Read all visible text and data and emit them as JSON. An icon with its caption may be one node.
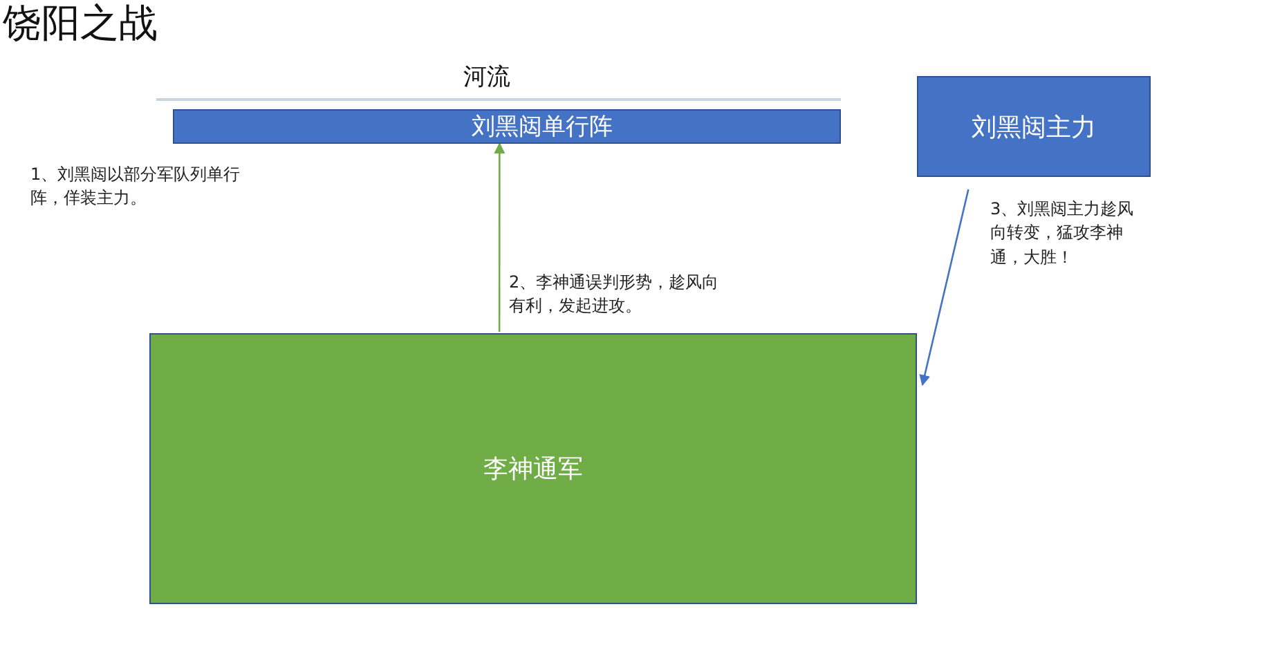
{
  "diagram": {
    "title": "饶阳之战",
    "nodes": [
      {
        "text": [
          "刘黑闼单行阵"
        ]
      },
      {
        "text": [
          "刘黑闼主力"
        ]
      },
      {
        "text": [
          "李神通军"
        ]
      }
    ],
    "edges": [
      {
        "from": 2,
        "to": 0,
        "arrow": "to",
        "label": "2、李神通误判形势，趁风向有利，发起进攻。",
        "color": "#70ad47"
      },
      {
        "from": 1,
        "to": 2,
        "arrow": "to",
        "label": "3、刘黑闼主力趁风向转变，猛攻李神通，大胜！",
        "color": "#4472c4"
      }
    ],
    "labels": [
      "河流",
      "1、刘黑闼以部分军队列单行阵，佯装主力。"
    ]
  }
}
